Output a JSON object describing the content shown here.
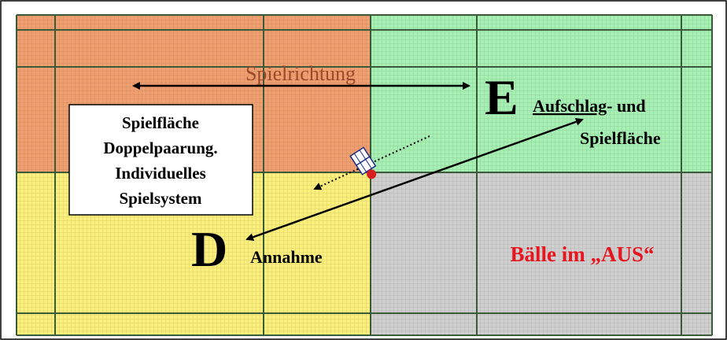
{
  "colors": {
    "zone_top_left": "#f0a070",
    "zone_top_right": "#a6f0b4",
    "zone_bottom_left": "#fcf07c",
    "zone_bottom_right": "#cfcfcf",
    "court_line": "#3a5a3a",
    "out_text": "#e8141e",
    "direction_text": "#9a4a2a",
    "arrow": "#000000"
  },
  "labels": {
    "direction": "Spielrichtung",
    "doubles_box_line1": "Spielfläche",
    "doubles_box_line2": "Doppelpaarung.",
    "doubles_box_line3": "Individuelles",
    "doubles_box_line4": "Spielsystem",
    "zone_e_letter": "E",
    "zone_e_line1_underlined": "Aufschlag",
    "zone_e_line1_rest": "- und",
    "zone_e_line2": "Spielfläche",
    "zone_d_letter": "D",
    "zone_d_text": "Annahme",
    "out_zone": "Bälle im „AUS“"
  },
  "icons": {
    "shuttlecock": "shuttlecock-icon"
  }
}
